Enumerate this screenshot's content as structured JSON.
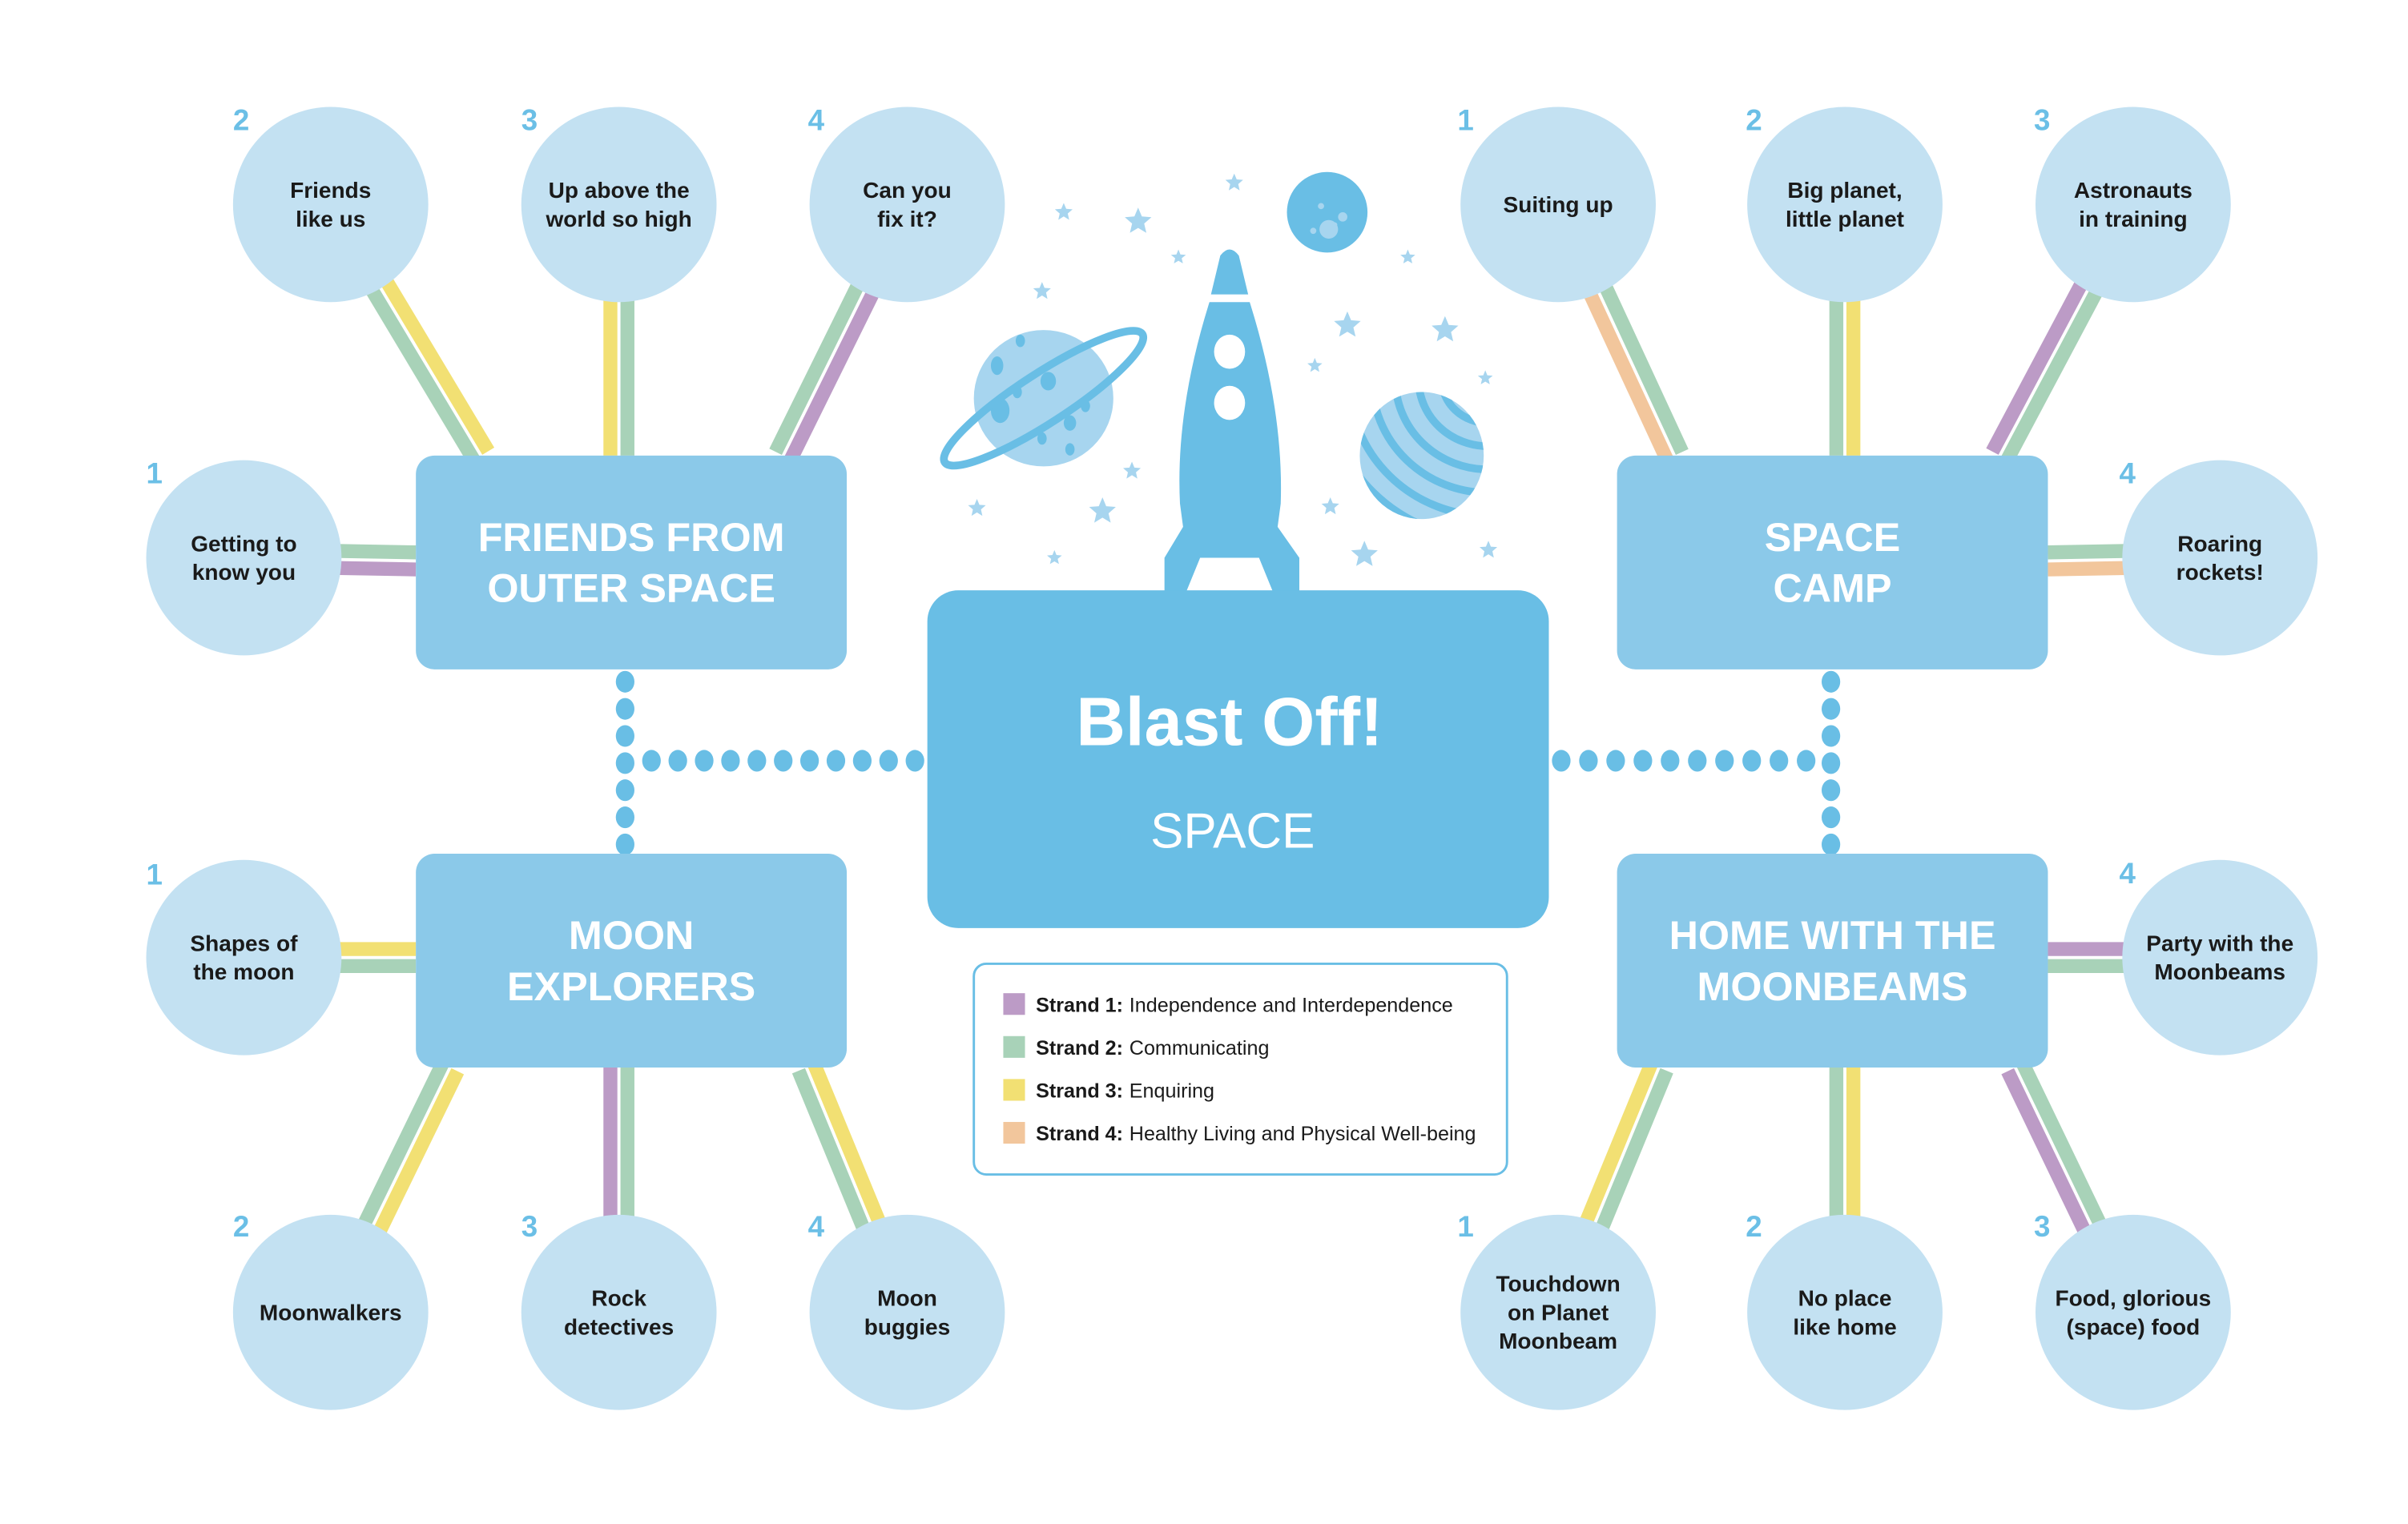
{
  "hub": {
    "title": "Blast Off!",
    "subtitle": "SPACE"
  },
  "colors": {
    "hub": "#69bee5",
    "topic": "#8bc9e9",
    "leaf": "#c3e1f2",
    "number": "#6bbfe6",
    "dots": "#69bee5",
    "strand1": "#bc9bc6",
    "strand2": "#a8d2b8",
    "strand3": "#f2e073",
    "strand4": "#f2c69c"
  },
  "legend": [
    {
      "label": "Strand 1:",
      "text": "Independence and Interdependence",
      "color_key": "strand1"
    },
    {
      "label": "Strand 2:",
      "text": "Communicating",
      "color_key": "strand2"
    },
    {
      "label": "Strand 3:",
      "text": "Enquiring",
      "color_key": "strand3"
    },
    {
      "label": "Strand 4:",
      "text": "Healthy Living and Physical Well-being",
      "color_key": "strand4"
    }
  ],
  "topics": [
    {
      "id": "friends",
      "lines": [
        "FRIENDS FROM",
        "OUTER SPACE"
      ],
      "leaves": [
        {
          "number": "1",
          "lines": [
            "Getting to",
            "know you"
          ],
          "strands": [
            "strand2",
            "strand1"
          ]
        },
        {
          "number": "2",
          "lines": [
            "Friends",
            "like us"
          ],
          "strands": [
            "strand2",
            "strand3"
          ]
        },
        {
          "number": "3",
          "lines": [
            "Up above the",
            "world so high"
          ],
          "strands": [
            "strand3",
            "strand2"
          ]
        },
        {
          "number": "4",
          "lines": [
            "Can you",
            "fix it?"
          ],
          "strands": [
            "strand2",
            "strand1"
          ]
        }
      ]
    },
    {
      "id": "spacecamp",
      "lines": [
        "SPACE",
        "CAMP"
      ],
      "leaves": [
        {
          "number": "1",
          "lines": [
            "Suiting up"
          ],
          "strands": [
            "strand4",
            "strand2"
          ]
        },
        {
          "number": "2",
          "lines": [
            "Big planet,",
            "little planet"
          ],
          "strands": [
            "strand2",
            "strand3"
          ]
        },
        {
          "number": "3",
          "lines": [
            "Astronauts",
            "in training"
          ],
          "strands": [
            "strand1",
            "strand2"
          ]
        },
        {
          "number": "4",
          "lines": [
            "Roaring",
            "rockets!"
          ],
          "strands": [
            "strand2",
            "strand4"
          ]
        }
      ]
    },
    {
      "id": "moon",
      "lines": [
        "MOON",
        "EXPLORERS"
      ],
      "leaves": [
        {
          "number": "1",
          "lines": [
            "Shapes of",
            "the moon"
          ],
          "strands": [
            "strand3",
            "strand2"
          ]
        },
        {
          "number": "2",
          "lines": [
            "Moonwalkers"
          ],
          "strands": [
            "strand2",
            "strand3"
          ]
        },
        {
          "number": "3",
          "lines": [
            "Rock",
            "detectives"
          ],
          "strands": [
            "strand1",
            "strand2"
          ]
        },
        {
          "number": "4",
          "lines": [
            "Moon",
            "buggies"
          ],
          "strands": [
            "strand2",
            "strand3"
          ]
        }
      ]
    },
    {
      "id": "home",
      "lines": [
        "HOME WITH THE",
        "MOONBEAMS"
      ],
      "leaves": [
        {
          "number": "1",
          "lines": [
            "Touchdown",
            "on Planet",
            "Moonbeam"
          ],
          "strands": [
            "strand3",
            "strand2"
          ]
        },
        {
          "number": "2",
          "lines": [
            "No place",
            "like home"
          ],
          "strands": [
            "strand2",
            "strand3"
          ]
        },
        {
          "number": "3",
          "lines": [
            "Food, glorious",
            "(space) food"
          ],
          "strands": [
            "strand1",
            "strand2"
          ]
        },
        {
          "number": "4",
          "lines": [
            "Party with the",
            "Moonbeams"
          ],
          "strands": [
            "strand1",
            "strand2"
          ]
        }
      ]
    }
  ],
  "illustration": {
    "icons": [
      "rocket-icon",
      "ringed-planet-icon",
      "striped-planet-icon",
      "moon-icon",
      "star-icon"
    ]
  }
}
